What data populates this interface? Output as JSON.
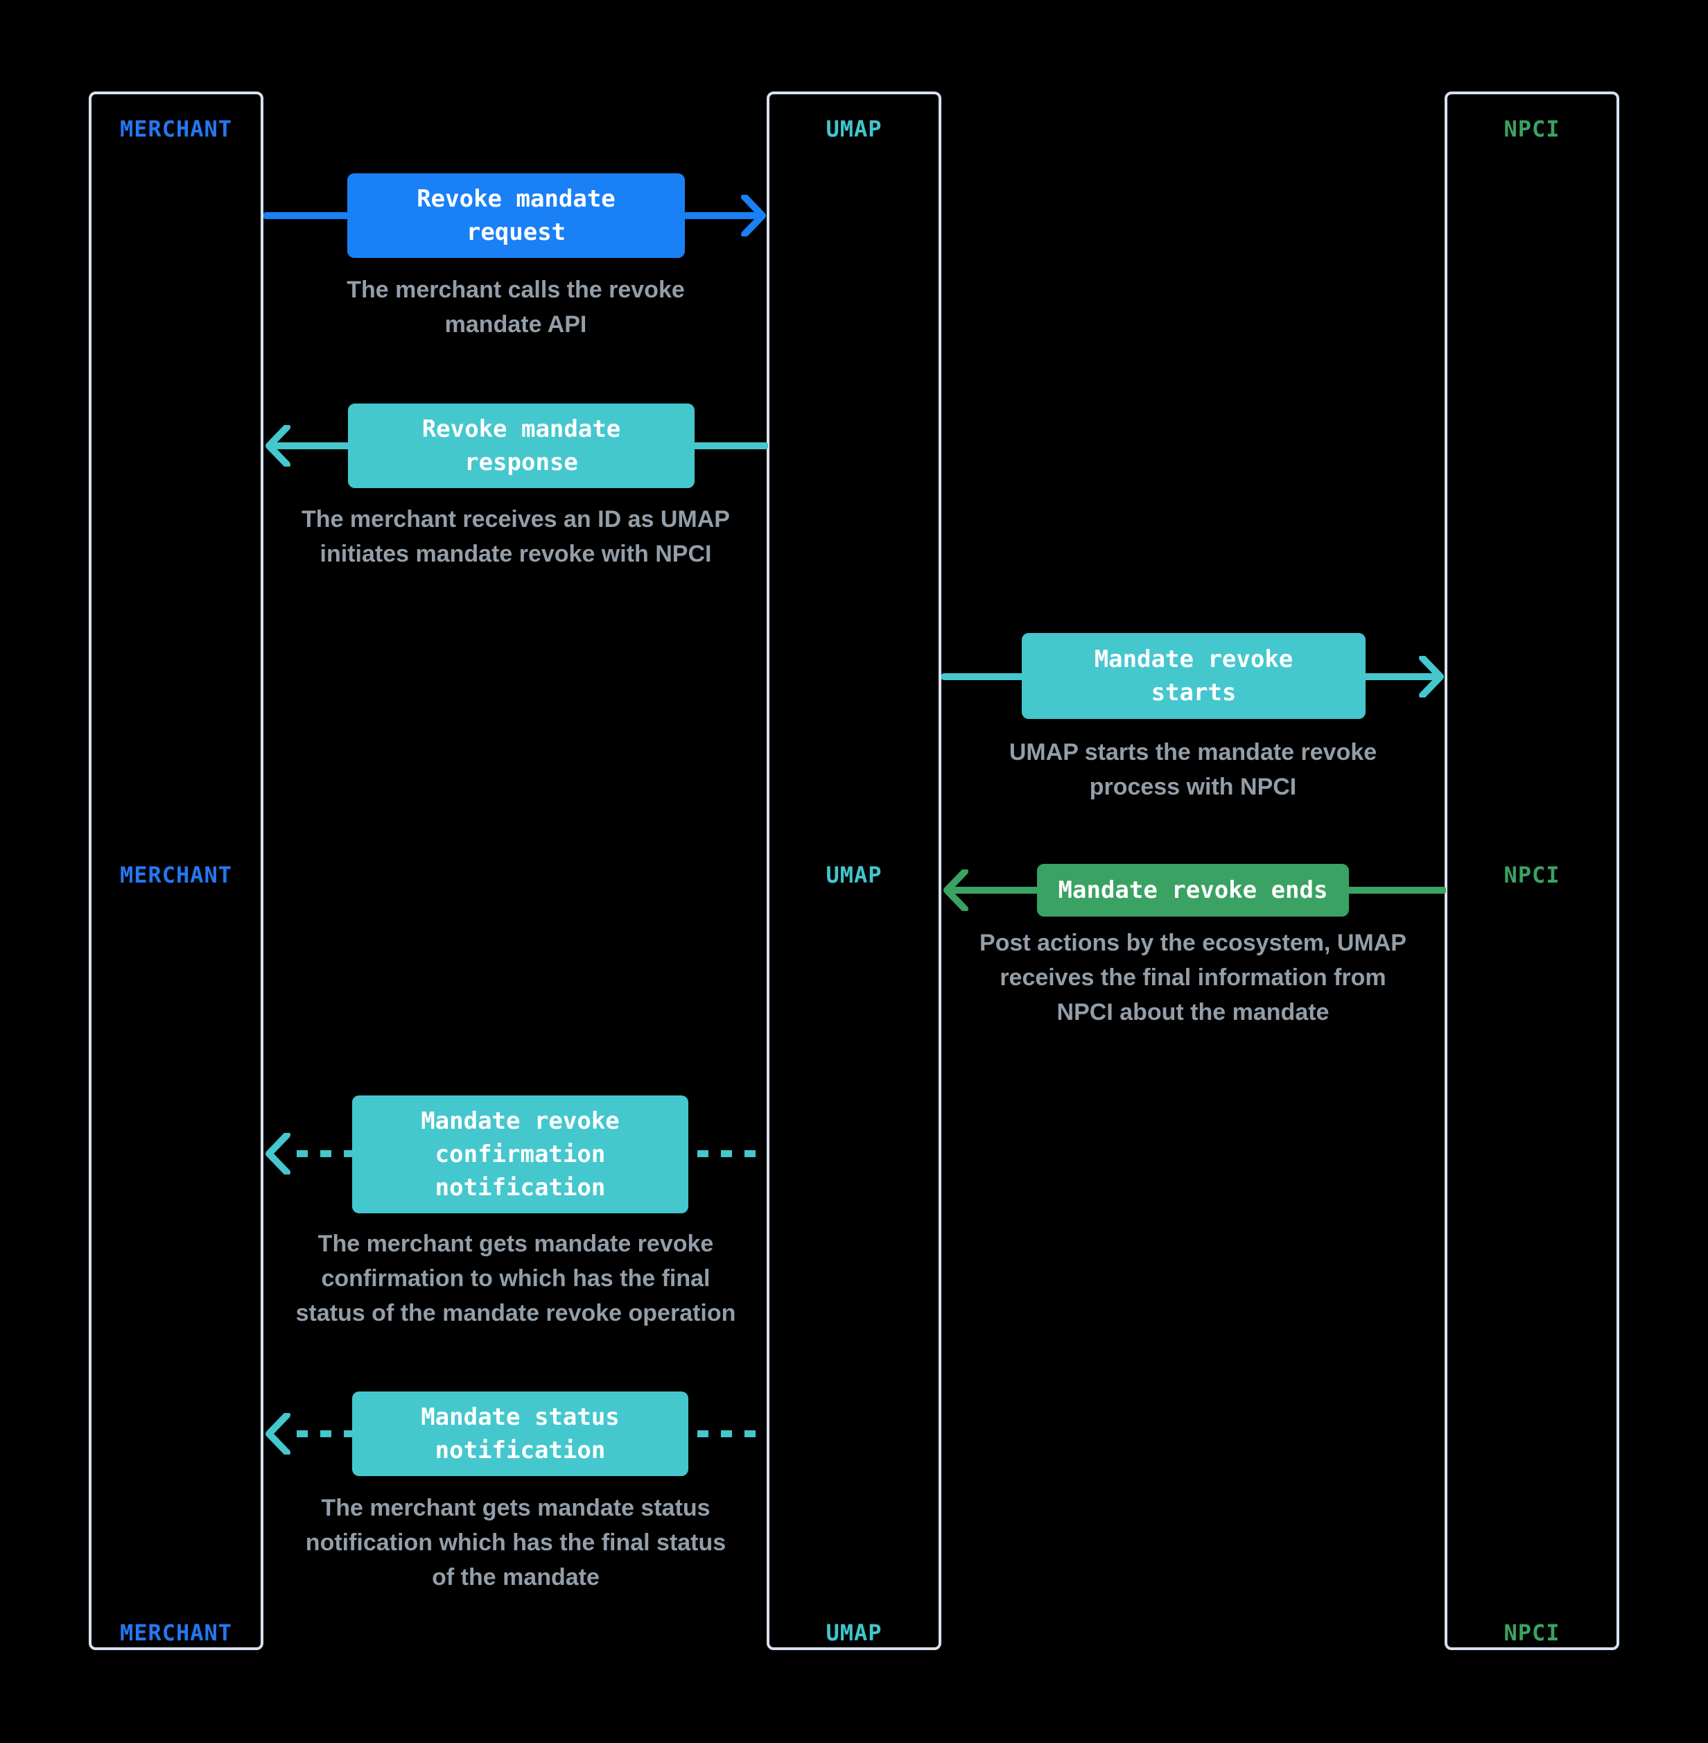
{
  "diagram": {
    "type": "sequence-diagram",
    "colors": {
      "background": "#000000",
      "lane_border": "#D8E1EE",
      "merchant_label": "#2577F2",
      "umap_label": "#41C7CE",
      "npci_label": "#3AA263",
      "request_box": "#1A80F6",
      "response_box": "#45C7CE",
      "ends_box": "#3AA263",
      "caption_text": "#939EA9",
      "box_text": "#FFFFFF"
    },
    "lanes": [
      {
        "label": "MERCHANT"
      },
      {
        "label": "UMAP"
      },
      {
        "label": "NPCI"
      }
    ],
    "messages": [
      {
        "label": "Revoke mandate\nrequest",
        "caption": "The merchant calls the revoke\nmandate API",
        "from": "MERCHANT",
        "to": "UMAP",
        "line": "solid",
        "color": "#1A80F6"
      },
      {
        "label": "Revoke mandate\nresponse",
        "caption": "The merchant receives an ID as UMAP\ninitiates mandate revoke with NPCI",
        "from": "UMAP",
        "to": "MERCHANT",
        "line": "solid",
        "color": "#45C7CE"
      },
      {
        "label": "Mandate revoke\nstarts",
        "caption": "UMAP starts the mandate revoke\nprocess with NPCI",
        "from": "UMAP",
        "to": "NPCI",
        "line": "solid",
        "color": "#45C7CE"
      },
      {
        "label": "Mandate revoke ends",
        "caption": "Post actions by the ecosystem, UMAP\nreceives the final information from\nNPCI about the mandate",
        "from": "NPCI",
        "to": "UMAP",
        "line": "solid",
        "color": "#3AA263"
      },
      {
        "label": "Mandate revoke\nconfirmation\nnotification",
        "caption": "The merchant gets mandate revoke\nconfirmation to which has the final\nstatus of the mandate revoke operation",
        "from": "UMAP",
        "to": "MERCHANT",
        "line": "dashed",
        "color": "#45C7CE"
      },
      {
        "label": "Mandate status\nnotification",
        "caption": "The merchant gets mandate status\nnotification which has the final status\nof the mandate",
        "from": "UMAP",
        "to": "MERCHANT",
        "line": "dashed",
        "color": "#45C7CE"
      }
    ]
  }
}
